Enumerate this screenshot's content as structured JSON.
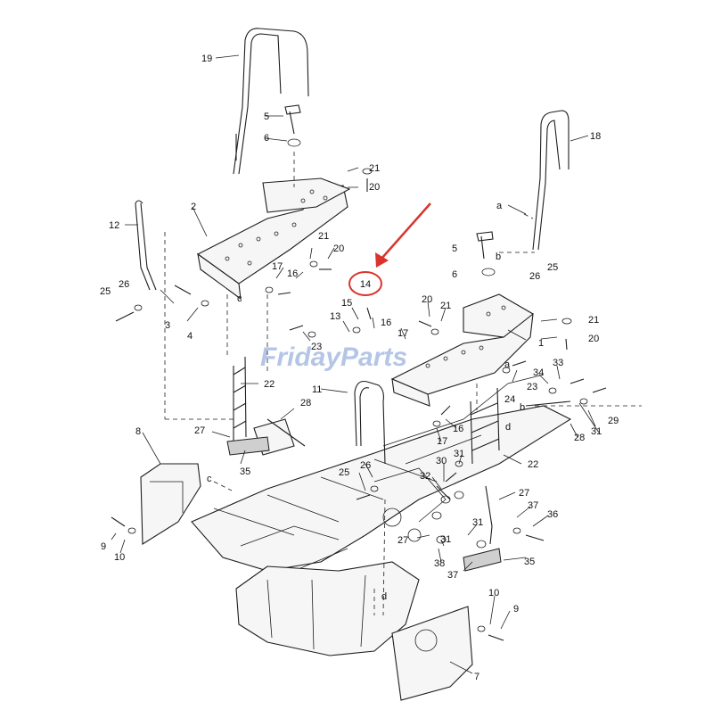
{
  "watermark": {
    "text": "FridayParts",
    "color": "#5b7fc9"
  },
  "highlight": {
    "label": "14",
    "circle_color": "#d9342b",
    "arrow_color": "#d9342b"
  },
  "callouts": [
    "1",
    "2",
    "3",
    "4",
    "5",
    "6",
    "7",
    "8",
    "9",
    "10",
    "11",
    "12",
    "13",
    "15",
    "16",
    "17",
    "18",
    "19",
    "20",
    "21",
    "22",
    "23",
    "24",
    "25",
    "26",
    "27",
    "28",
    "29",
    "30",
    "31",
    "32",
    "33",
    "34",
    "35",
    "36",
    "37",
    "38",
    "a",
    "b",
    "c",
    "d"
  ]
}
